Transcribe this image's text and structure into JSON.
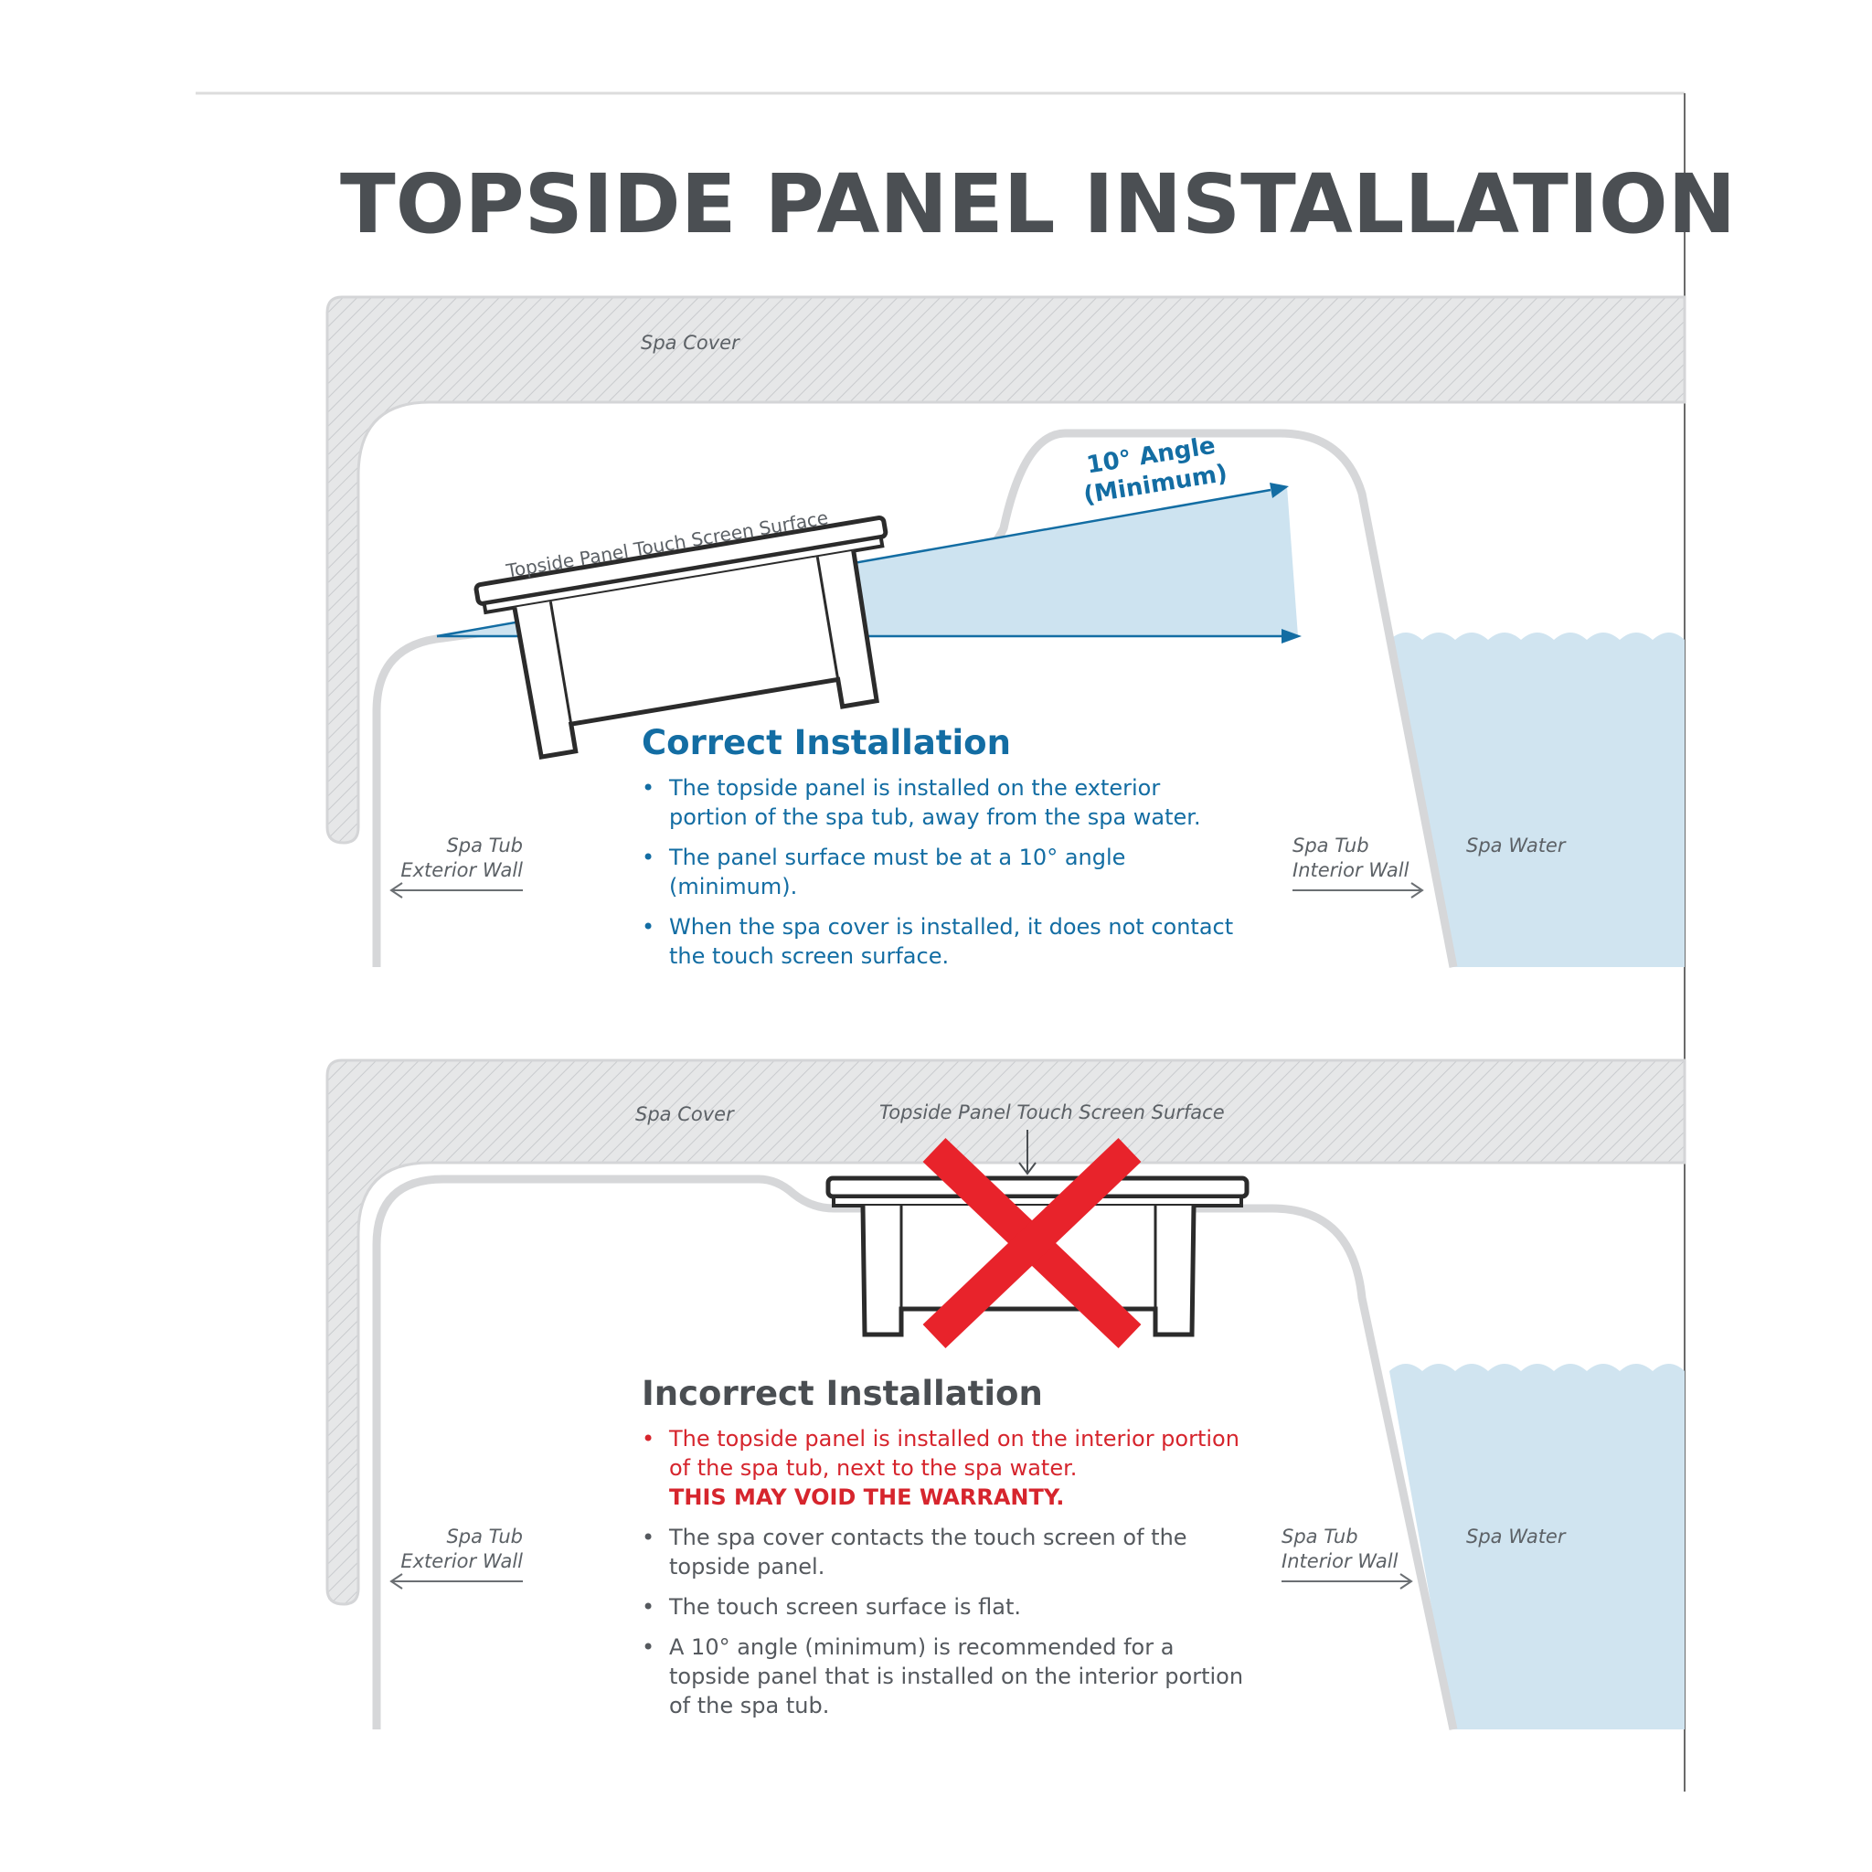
{
  "title": "TOPSIDE PANEL INSTALLATION",
  "correct": {
    "spa_cover_label": "Spa Cover",
    "touch_surface_label": "Topside Panel Touch Screen Surface",
    "angle_label_line1": "10° Angle",
    "angle_label_line2": "(Minimum)",
    "exterior_wall_line1": "Spa Tub",
    "exterior_wall_line2": "Exterior Wall",
    "interior_wall_line1": "Spa Tub",
    "interior_wall_line2": "Interior Wall",
    "spa_water_label": "Spa Water",
    "heading": "Correct Installation",
    "bullets": [
      "The topside panel is installed on the exterior portion of the spa tub, away from the spa water.",
      "The panel surface must be at a 10° angle (minimum).",
      "When the spa cover is installed, it does not contact the touch screen surface."
    ]
  },
  "incorrect": {
    "spa_cover_label": "Spa Cover",
    "touch_surface_label": "Topside Panel Touch Screen Surface",
    "exterior_wall_line1": "Spa Tub",
    "exterior_wall_line2": "Exterior Wall",
    "interior_wall_line1": "Spa Tub",
    "interior_wall_line2": "Interior Wall",
    "spa_water_label": "Spa Water",
    "heading": "Incorrect Installation",
    "warning_bullet": "The topside panel is installed on the interior portion of the spa tub, next to the spa water.",
    "warning_emphasis": "THIS MAY VOID THE WARRANTY.",
    "bullets": [
      "The spa cover contacts the touch screen of the topside panel.",
      "The touch screen surface is flat.",
      "A 10° angle (minimum) is recommended for a topside panel that is installed on the interior portion of the spa tub."
    ]
  },
  "colors": {
    "cover_fill": "#e6e7e8",
    "tub_outline": "#d6d7d9",
    "water": "#d0e4f0",
    "accent_blue": "#136da3",
    "error_red": "#e8232b",
    "text_gray": "#4b4f53"
  }
}
